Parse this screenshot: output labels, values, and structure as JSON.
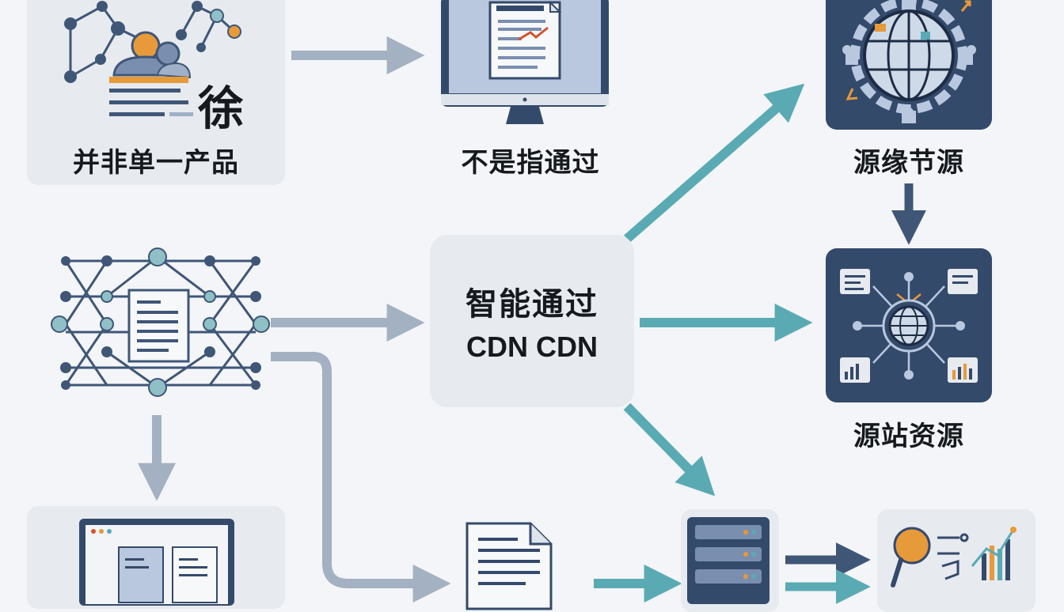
{
  "nodes": {
    "top_left": {
      "glyph": "徐",
      "label": "并非单一产品"
    },
    "top_middle": {
      "label": "不是指通过"
    },
    "top_right": {
      "label": "源缘节源"
    },
    "center": {
      "line1": "智能通过",
      "line2": "CDN CDN"
    },
    "middle_right": {
      "label": "源站资源"
    }
  },
  "colors": {
    "background": "#f3f5f8",
    "card": "#e7eaef",
    "navy": "#344a6b",
    "arrow_gray": "#a3b1c2",
    "arrow_teal": "#5aaab4",
    "arrow_navy": "#3f5677",
    "accent_orange": "#e69a3a"
  }
}
